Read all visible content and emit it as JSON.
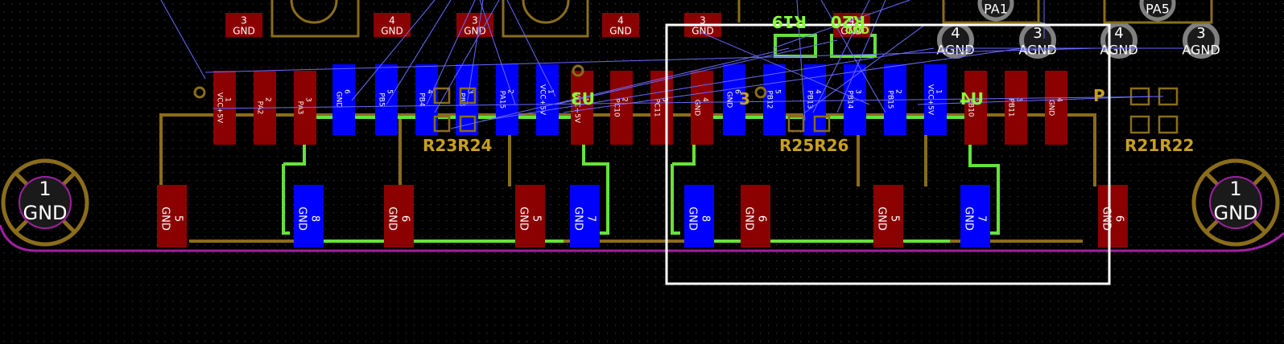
{
  "colors": {
    "background": "#000000",
    "grid_dot": "#3a3a3a",
    "front_pad": "#8b0000",
    "back_pad": "#0000ff",
    "front_track": "#8a6d1a",
    "back_track": "#66e23a",
    "ratsnest": "#6a6aff",
    "edge_cut": "#a020a0",
    "silk_front": "#c8a020",
    "silk_back": "#8aff3a",
    "selection": "#ffffff",
    "via_ring": "#808080"
  },
  "top_pads": [
    {
      "num": "3",
      "net": "GND"
    },
    {
      "num": "4",
      "net": "GND"
    },
    {
      "num": "3",
      "net": "GND"
    },
    {
      "num": "4",
      "net": "GND"
    },
    {
      "num": "3",
      "net": "GND"
    },
    {
      "num": "4",
      "net": "GND"
    }
  ],
  "connector_pads": [
    {
      "num": "1",
      "net": "VCC+5V",
      "layer": "front"
    },
    {
      "num": "2",
      "net": "PA2",
      "layer": "front"
    },
    {
      "num": "3",
      "net": "PA3",
      "layer": "front"
    },
    {
      "num": "6",
      "net": "GND",
      "layer": "back"
    },
    {
      "num": "5",
      "net": "PB5",
      "layer": "back"
    },
    {
      "num": "4",
      "net": "PB4",
      "layer": "back"
    },
    {
      "num": "3",
      "net": "PB3",
      "layer": "back"
    },
    {
      "num": "2",
      "net": "PA15",
      "layer": "back"
    },
    {
      "num": "1",
      "net": "VCC+5V",
      "layer": "back"
    },
    {
      "num": "1",
      "net": "VCC+5V",
      "layer": "front"
    },
    {
      "num": "2",
      "net": "PC10",
      "layer": "front"
    },
    {
      "num": "3",
      "net": "PC11",
      "layer": "front"
    },
    {
      "num": "4",
      "net": "GND",
      "layer": "front"
    },
    {
      "num": "6",
      "net": "GND",
      "layer": "back"
    },
    {
      "num": "5",
      "net": "PB12",
      "layer": "back"
    },
    {
      "num": "4",
      "net": "PB13",
      "layer": "back"
    },
    {
      "num": "3",
      "net": "PB14",
      "layer": "back"
    },
    {
      "num": "2",
      "net": "PB15",
      "layer": "back"
    },
    {
      "num": "1",
      "net": "VCC+5V",
      "layer": "back"
    },
    {
      "num": "2",
      "net": "PB10",
      "layer": "front"
    },
    {
      "num": "3",
      "net": "PB11",
      "layer": "front"
    },
    {
      "num": "4",
      "net": "GND",
      "layer": "front"
    }
  ],
  "lower_pads": [
    {
      "num": "5",
      "net": "GND",
      "layer": "front"
    },
    {
      "num": "8",
      "net": "GND",
      "layer": "back"
    },
    {
      "num": "6",
      "net": "GND",
      "layer": "front"
    },
    {
      "num": "5",
      "net": "GND",
      "layer": "front"
    },
    {
      "num": "7",
      "net": "GND",
      "layer": "back"
    },
    {
      "num": "8",
      "net": "GND",
      "layer": "back"
    },
    {
      "num": "6",
      "net": "GND",
      "layer": "front"
    },
    {
      "num": "5",
      "net": "GND",
      "layer": "front"
    },
    {
      "num": "7",
      "net": "GND",
      "layer": "back"
    },
    {
      "num": "6",
      "net": "GND",
      "layer": "front"
    }
  ],
  "mount_holes": [
    {
      "num": "1",
      "net": "GND"
    },
    {
      "num": "1",
      "net": "GND"
    }
  ],
  "agnd_pads": [
    {
      "num": "4",
      "net": "AGND"
    },
    {
      "num": "3",
      "net": "AGND"
    },
    {
      "num": "4",
      "net": "AGND"
    },
    {
      "num": "3",
      "net": "AGND"
    }
  ],
  "top_right_labels": [
    "PA1",
    "PA5"
  ],
  "silk_refs_front": [
    "R23R24",
    "R25R26",
    "R21R22",
    "P"
  ],
  "silk_refs_back": [
    "U3",
    "U4",
    "R19",
    "R20",
    "GND"
  ],
  "stray_digit": "3"
}
